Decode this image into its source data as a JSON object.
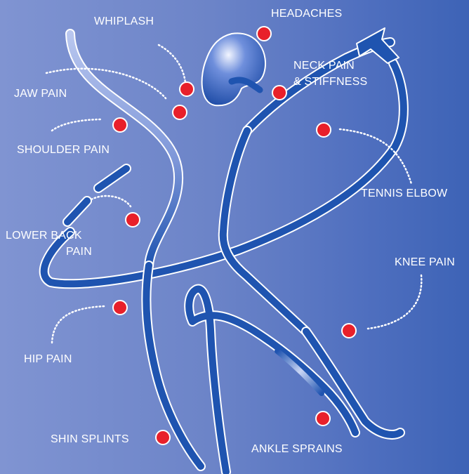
{
  "labels": {
    "headaches": "HEADACHES",
    "whiplash": "WHIPLASH",
    "neck_pain_line1": "NECK PAIN",
    "neck_pain_line2": "& STIFFNESS",
    "jaw_pain": "JAW PAIN",
    "shoulder_pain": "SHOULDER PAIN",
    "tennis_elbow": "TENNIS ELBOW",
    "lower_back_line1": "LOWER BACK",
    "lower_back_line2": "PAIN",
    "knee_pain": "KNEE PAIN",
    "hip_pain": "HIP PAIN",
    "shin_splints": "SHIN SPLINTS",
    "ankle_sprains": "ANKLE SPRAINS"
  },
  "colors": {
    "background_left": "#8094d2",
    "background_right": "#3d63b6",
    "figure_blue": "#1f54b0",
    "marker_red": "#e8202a",
    "text": "#ffffff"
  }
}
